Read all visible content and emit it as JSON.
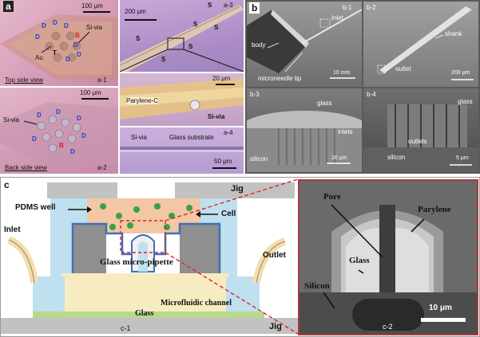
{
  "panel_a": {
    "letter": "a",
    "a1": {
      "id": "a-1",
      "scale": "100 μm",
      "caption": "Top side view",
      "si_via": "Si-via",
      "au": "Au",
      "d": "D",
      "b": "B",
      "t": "T"
    },
    "a2": {
      "id": "a-2",
      "scale": "100 μm",
      "caption": "Back side view",
      "si_via": "Si-via",
      "d": "D",
      "b": "B"
    },
    "a3": {
      "id": "a-3",
      "scale": "200 μm",
      "s": "S"
    },
    "a_mid": {
      "scale": "20 μm",
      "parylene": "Parylene-C",
      "si_via": "Si-via"
    },
    "a4": {
      "id": "a-4",
      "scale": "50 μm",
      "si_via": "Si-via",
      "glass": "Glass substrate"
    }
  },
  "panel_b": {
    "letter": "b",
    "b1": {
      "id": "b-1",
      "body": "body",
      "inlet": "inlet",
      "tip": "microneedle tip",
      "scale": "10 mm"
    },
    "b2": {
      "id": "b-2",
      "shank": "shank",
      "outlet": "outlet",
      "scale": "200 μm"
    },
    "b3": {
      "id": "b-3",
      "glass": "glass",
      "inlets": "inlets",
      "silicon": "silicon",
      "scale": "20 μm"
    },
    "b4": {
      "id": "b-4",
      "glass": "glass",
      "outlets": "outlets",
      "silicon": "silicon",
      "scale": "5 μm"
    }
  },
  "panel_c": {
    "letter": "c",
    "c1": {
      "id": "c-1",
      "pdms": "PDMS well",
      "cell": "Cell",
      "inlet": "Inlet",
      "outlet": "Outlet",
      "pipette": "Glass micro-pipette",
      "channel": "Microfluidic channel",
      "glass": "Glass",
      "jig_top": "Jig",
      "jig_bottom": "Jig"
    },
    "c2": {
      "id": "c-2",
      "pore": "Pore",
      "parylene": "Parylene",
      "glass": "Glass",
      "silicon": "Silicon",
      "scale": "10 μm"
    }
  },
  "colors": {
    "optical_pink": "#d59cb8",
    "optical_violet": "#b69ac9",
    "sem_gray": "#8c8c8c",
    "pdms": "#f3c7a3",
    "channel_yellow": "#f7ecbf",
    "glass_green": "#b9d88f",
    "jig_gray": "#c2c2c2",
    "silicon_gray": "#8f8f8f",
    "cell_green": "#3aa14a",
    "outline_blue": "#3f6fb8",
    "dash_red": "#d9262c"
  }
}
